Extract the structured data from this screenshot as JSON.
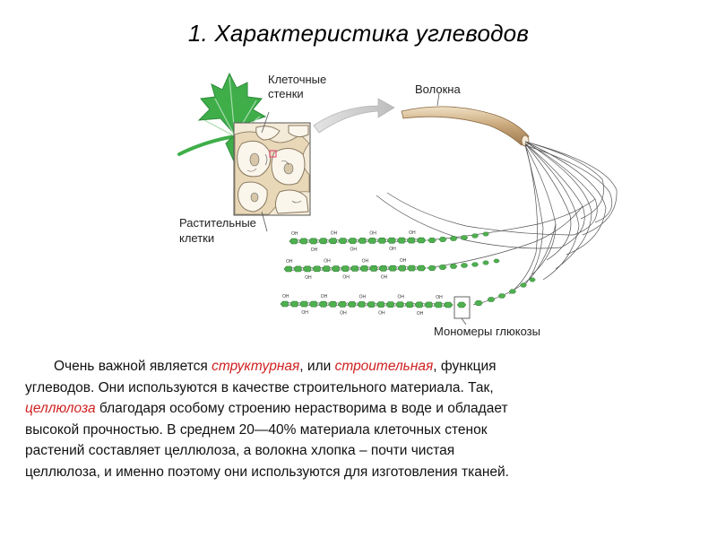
{
  "slide": {
    "title": "1. Характеристика углеводов"
  },
  "figure": {
    "labels": {
      "cell_walls_1": "Клеточные",
      "cell_walls_2": "стенки",
      "fibers": "Волокна",
      "plant_cells_1": "Растительные",
      "plant_cells_2": "клетки",
      "glucose_monomers": "Мономеры глюкозы",
      "oh": "OH"
    },
    "colors": {
      "leaf": "#3fae49",
      "monomer": "#4fb04f",
      "arrow": "#cfcfcf",
      "fiber": "#c9a679",
      "cell_wall": "#e8d8b8"
    }
  },
  "text": {
    "l1": {
      "a": "Очень важной является ",
      "b": "структурная",
      "c": ", или ",
      "d": "строительная",
      "e": ", функция"
    },
    "l2": "углеводов. Они используются в качестве строительного материала. Так,",
    "l3": {
      "a": "целлюлоза",
      "b": " благодаря особому строению нерастворима в воде и обладает"
    },
    "l4": "высокой прочностью. В среднем 20—40% материала клеточных стенок",
    "l5": "растений составляет целлюлоза, а волокна хлопка – почти чистая",
    "l6": "целлюлоза, и именно поэтому они используются для изготовления тканей."
  }
}
